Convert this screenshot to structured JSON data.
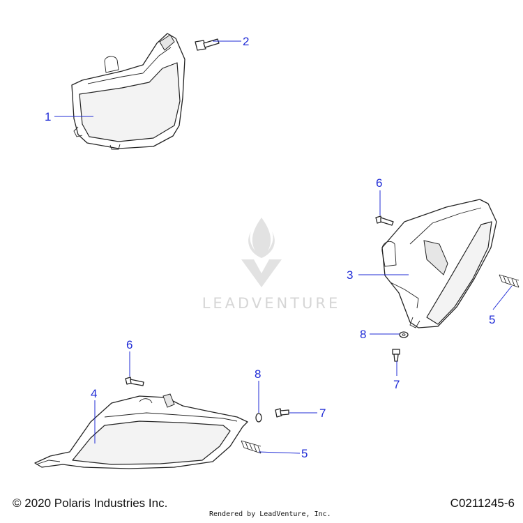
{
  "watermark": {
    "brand": "LEADVENTURE"
  },
  "callouts": [
    {
      "id": "c1",
      "label": "1"
    },
    {
      "id": "c2",
      "label": "2"
    },
    {
      "id": "c3",
      "label": "3"
    },
    {
      "id": "c4",
      "label": "4"
    },
    {
      "id": "c5a",
      "label": "5"
    },
    {
      "id": "c5b",
      "label": "5"
    },
    {
      "id": "c6a",
      "label": "6"
    },
    {
      "id": "c6b",
      "label": "6"
    },
    {
      "id": "c7a",
      "label": "7"
    },
    {
      "id": "c7b",
      "label": "7"
    },
    {
      "id": "c8a",
      "label": "8"
    },
    {
      "id": "c8b",
      "label": "8"
    }
  ],
  "footer": {
    "copyright": "© 2020 Polaris Industries Inc.",
    "rendered_by": "Rendered by LeadVenture, Inc.",
    "diagram_code": "C0211245-6"
  }
}
